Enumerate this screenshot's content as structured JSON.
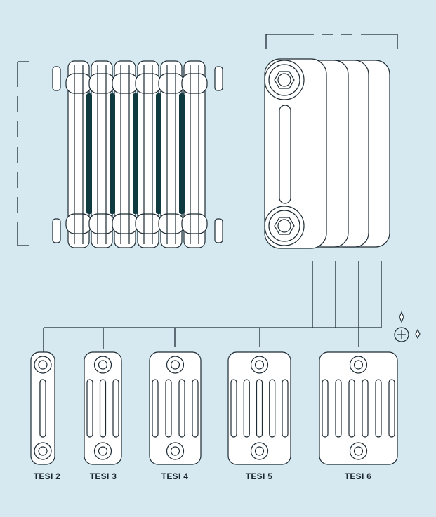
{
  "colors": {
    "background": "#d6e9f1",
    "line": "#1c2a33",
    "fill": "#ffffff",
    "slot_dark": "#0f3a40"
  },
  "models": [
    {
      "label": "TESI 2",
      "columns": 2
    },
    {
      "label": "TESI 3",
      "columns": 3
    },
    {
      "label": "TESI 4",
      "columns": 4
    },
    {
      "label": "TESI 5",
      "columns": 5
    },
    {
      "label": "TESI 6",
      "columns": 6
    }
  ],
  "decor": {
    "icons": [
      "sparkle-icon",
      "plus-circle-icon",
      "sparkle-icon"
    ]
  }
}
